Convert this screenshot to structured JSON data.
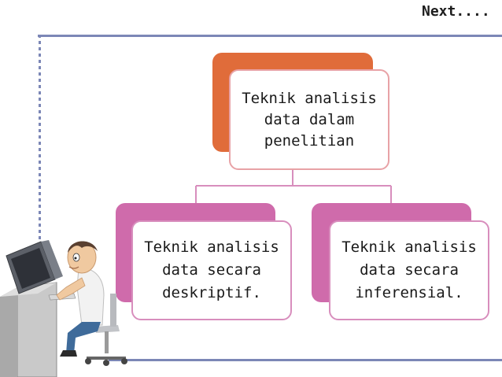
{
  "nav": {
    "next_label": "Next...."
  },
  "diagram": {
    "root": {
      "label": "Teknik analisis\ndata dalam\npenelitian"
    },
    "children": [
      {
        "label": "Teknik analisis\ndata secara\ndeskriptif."
      },
      {
        "label": "Teknik analisis\ndata secara\ninferensial."
      }
    ]
  },
  "colors": {
    "root_accent": "#e06c3a",
    "child_accent": "#cf6bab",
    "frame": "#7c87b6",
    "connector": "#d88ebd"
  },
  "clipart": {
    "icon": "person-at-computer-icon"
  }
}
